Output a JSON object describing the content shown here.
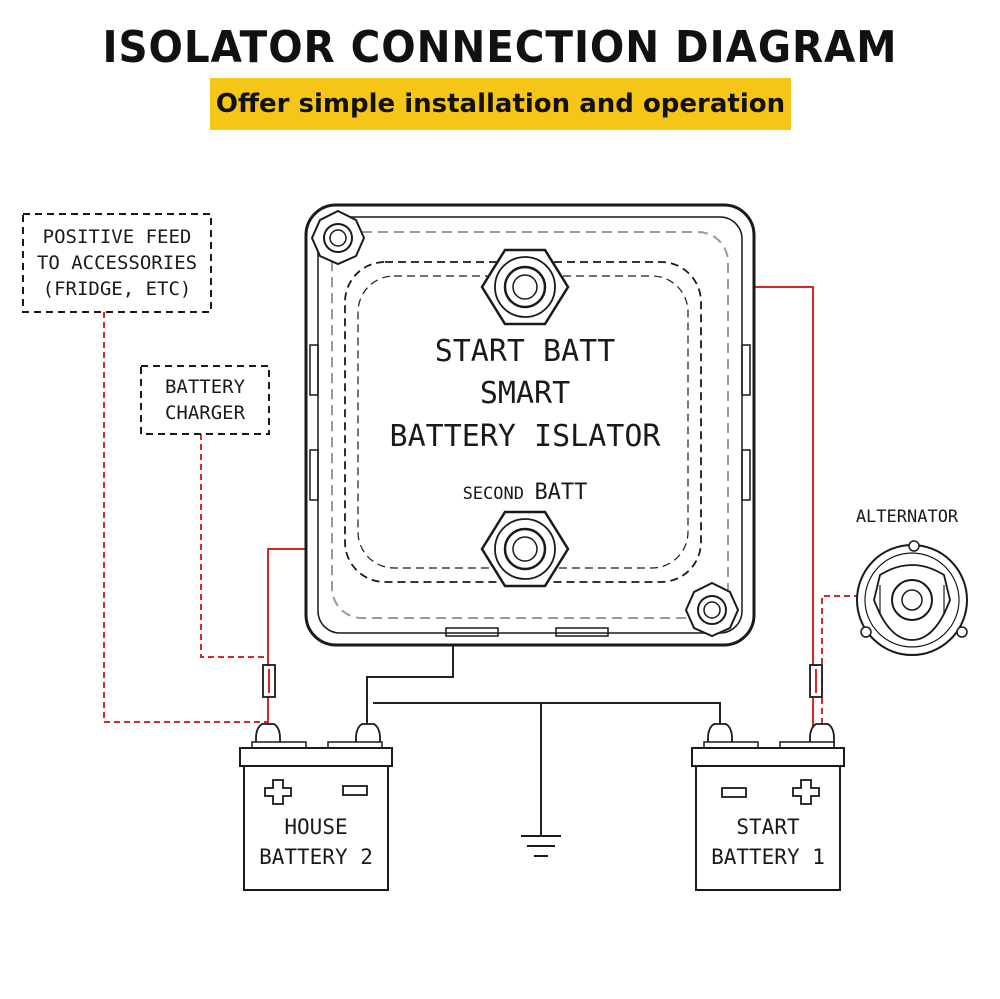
{
  "title": "ISOLATOR CONNECTION DIAGRAM",
  "subtitle": "Offer simple installation and operation",
  "colors": {
    "banner": "#f5c518",
    "wire_red": "#d62828",
    "wire_black": "#222222",
    "outline": "#1a1a1a"
  },
  "isolator": {
    "start_label": "START BATT",
    "line2": "SMART",
    "line3": "BATTERY ISLATOR",
    "second_small": "SECOND",
    "second_batt": "BATT"
  },
  "labels": {
    "positive_feed": [
      "POSITIVE FEED",
      "TO ACCESSORIES",
      "(FRIDGE, ETC)"
    ],
    "battery_charger": [
      "BATTERY",
      "CHARGER"
    ],
    "alternator": "ALTERNATOR"
  },
  "batteries": {
    "house": {
      "line1": "HOUSE",
      "line2": "BATTERY 2"
    },
    "start": {
      "line1": "START",
      "line2": "BATTERY 1"
    }
  },
  "icons": {
    "ground": "ground-symbol-icon",
    "fuse": "inline-fuse-icon",
    "plus": "plus-sign-icon",
    "minus": "minus-sign-icon",
    "alternator": "alternator-icon"
  }
}
